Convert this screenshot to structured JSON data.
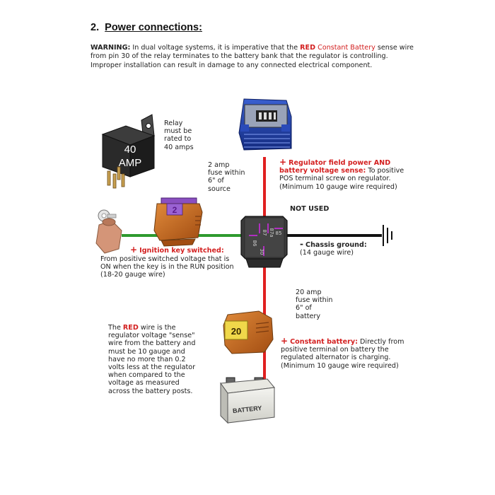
{
  "heading": {
    "number": "2.",
    "title": "Power connections:"
  },
  "warning": {
    "label": "WARNING:",
    "text1": " In dual voltage systems, it is imperative that the ",
    "red_word": "RED",
    "red_text": " Constant Battery",
    "text2": " sense wire from pin 30 of the relay terminates to the battery bank that the regulator is controlling.  Improper installation can result in damage to any connected electrical component."
  },
  "relay": {
    "label_lines": [
      "Relay",
      "must be",
      "rated to",
      "40 amps"
    ],
    "body_text_1": "40",
    "body_text_2": "AMP"
  },
  "fuse_ignition": {
    "number": "2",
    "label_lines": [
      "2 amp",
      "fuse within",
      "6\" of",
      "source"
    ]
  },
  "fuse_battery": {
    "number": "20",
    "label_lines": [
      "20 amp",
      "fuse within",
      "6\" of",
      "battery"
    ]
  },
  "regulator_field": {
    "plus": "+",
    "title_line1": "Regulator field power AND",
    "title_line2": "battery voltage sense:",
    "desc_line2": " To positive",
    "desc_line3": "POS terminal screw on regulator.",
    "desc_line4": "(Minimum 10 gauge wire required)"
  },
  "not_used": "NOT USED",
  "chassis_ground": {
    "minus": "-",
    "title": "Chassis ground:",
    "desc": "(14 gauge wire)"
  },
  "ignition": {
    "plus": "+",
    "title": "Ignition key switched:",
    "desc_lines": [
      "From positive switched voltage that is",
      "ON when the key is in the RUN position",
      "(18-20 gauge wire)"
    ]
  },
  "constant_battery": {
    "plus": "+",
    "title": "Constant battery:",
    "desc_line1": "  Directly from",
    "desc_lines": [
      "positive terminal on battery the",
      "regulated alternator is charging.",
      "(Minimum 10 gauge wire required)"
    ]
  },
  "red_note": {
    "prefix": "The ",
    "red_word": "RED",
    "suffix": " wire is the",
    "lines": [
      "regulator voltage \"sense\"",
      "wire from the battery and",
      "must be 10 gauge and",
      "have no more than 0.2",
      "volts less at the regulator",
      "when compared to the",
      "voltage as measured",
      "across the battery posts."
    ]
  },
  "pins": {
    "p87": "87",
    "p87a": "87a",
    "p85": "85",
    "p86": "86",
    "p30": "30"
  },
  "battery_label": "BATTERY",
  "colors": {
    "red_wire": "#e02020",
    "green_wire": "#2e9a2e",
    "ground_wire": "#111111",
    "regulator_blue": "#1f3fa8",
    "fuse_orange": "#c8641e",
    "relay_body": "#2a2a2a",
    "pin_purple": "#b02fc0"
  }
}
